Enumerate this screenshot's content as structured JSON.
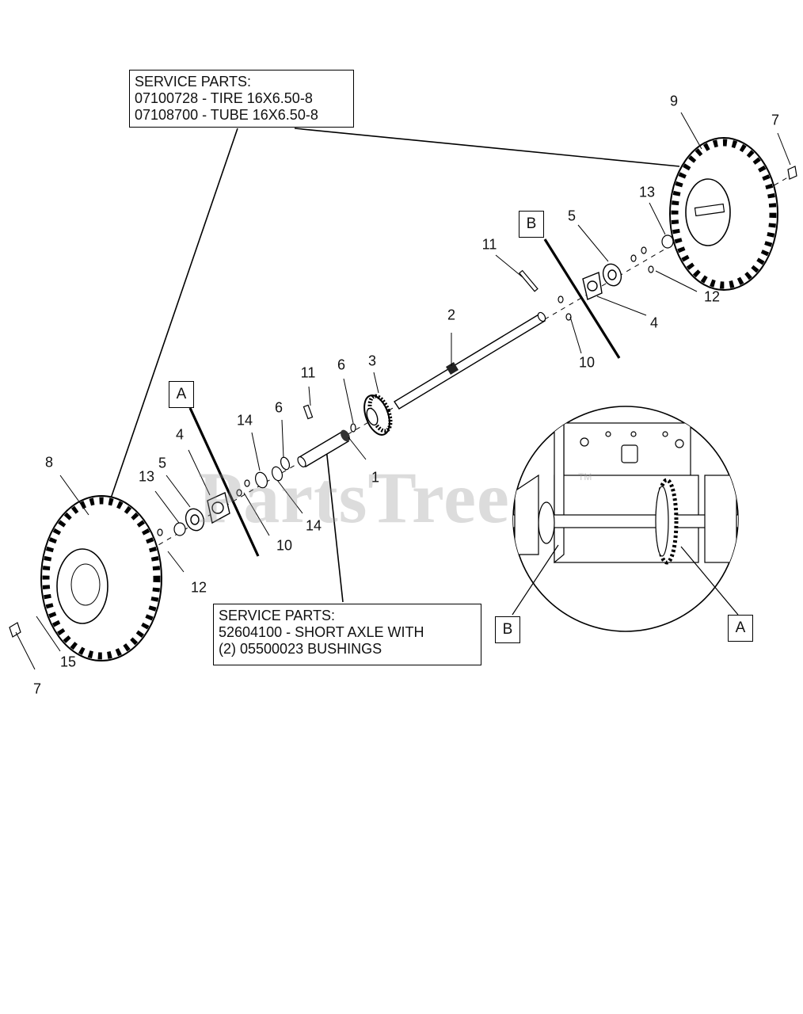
{
  "callouts": {
    "tire_service": {
      "heading": "SERVICE PARTS:",
      "line1": "07100728 - TIRE 16X6.50-8",
      "line2": "07108700 - TUBE 16X6.50-8"
    },
    "axle_service": {
      "heading": "SERVICE PARTS:",
      "line1": "52604100 - SHORT AXLE WITH",
      "line2": "(2) 05500023 BUSHINGS"
    }
  },
  "part_numbers": {
    "p1": "1",
    "p2": "2",
    "p3": "3",
    "p4_left": "4",
    "p4_right": "4",
    "p5_left": "5",
    "p5_right": "5",
    "p6_upper": "6",
    "p6_lower": "6",
    "p7_top": "7",
    "p7_bottom": "7",
    "p8": "8",
    "p9": "9",
    "p10_left": "10",
    "p10_right": "10",
    "p11_left": "11",
    "p11_right": "11",
    "p12_left": "12",
    "p12_right": "12",
    "p13_left": "13",
    "p13_right": "13",
    "p14_upper": "14",
    "p14_lower": "14",
    "p15": "15"
  },
  "section_labels": {
    "a_main": "A",
    "b_main": "B",
    "a_detail": "A",
    "b_detail": "B"
  },
  "watermark": {
    "text": "PartsTree",
    "tm": "TM"
  },
  "colors": {
    "ink": "#111111",
    "paper": "#ffffff",
    "watermark": "#969696"
  }
}
